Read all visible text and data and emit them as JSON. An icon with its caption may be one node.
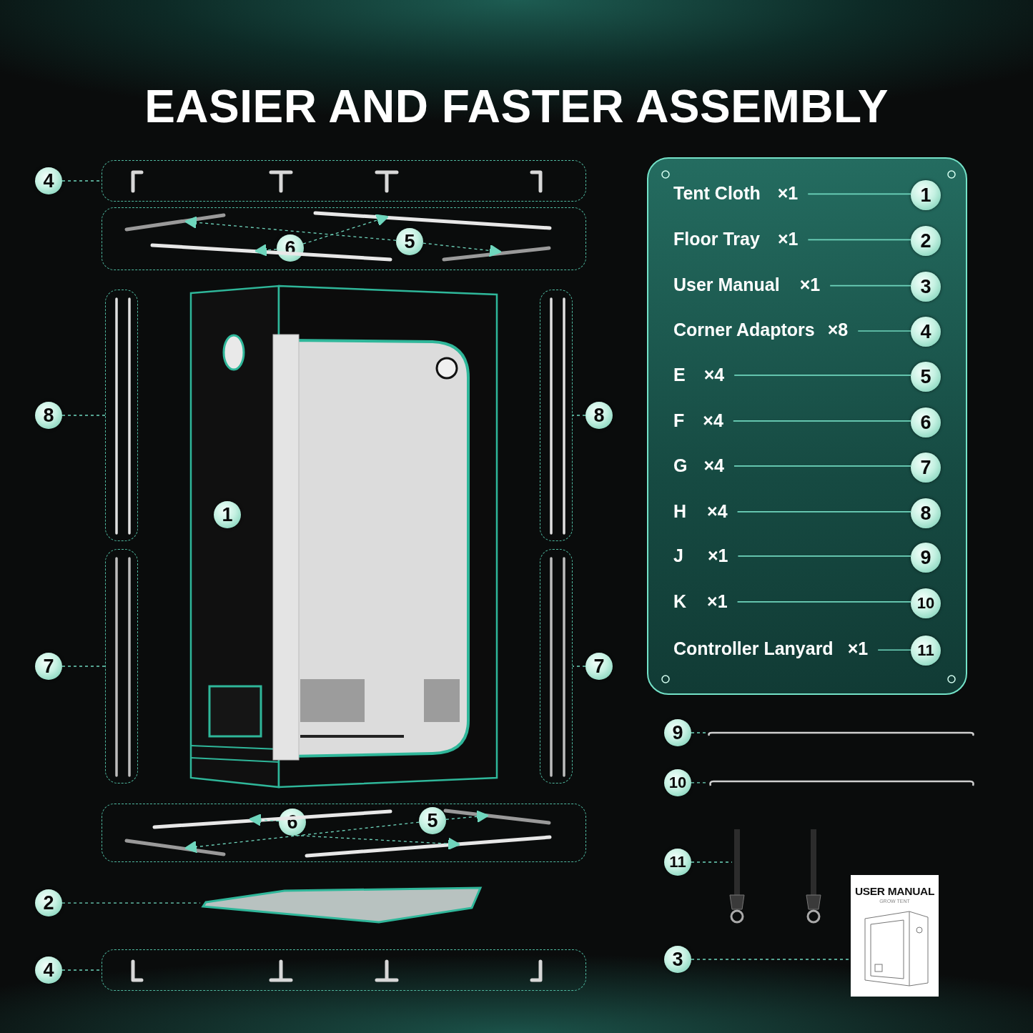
{
  "diagram": {
    "title": "EASIER AND FASTER ASSEMBLY",
    "nodes": [
      {
        "text": [],
        "shape": "box"
      },
      {
        "text": [
          "Tent Cloth",
          "×1"
        ],
        "in": 0
      },
      {
        "text": [
          "Floor Tray",
          "×1"
        ],
        "in": 0
      },
      {
        "text": [
          "User Manual",
          "×1"
        ],
        "in": 0
      },
      {
        "text": [
          "Corner Adaptors",
          "×8"
        ],
        "in": 0
      },
      {
        "text": [
          "E",
          "×4"
        ],
        "in": 0
      },
      {
        "text": [
          "F",
          "×4"
        ],
        "in": 0
      },
      {
        "text": [
          "G",
          "×4"
        ],
        "in": 0
      },
      {
        "text": [
          "H",
          "×4"
        ],
        "in": 0
      },
      {
        "text": [
          "J",
          "×1"
        ],
        "in": 0
      },
      {
        "text": [
          "K",
          "×1"
        ],
        "in": 0
      },
      {
        "text": [
          "Controller Lanyard",
          "×1"
        ],
        "in": 0
      },
      {
        "text": [
          "1"
        ],
        "in": 0
      },
      {
        "text": [
          "2"
        ],
        "in": 0
      },
      {
        "text": [
          "3"
        ],
        "in": 0
      },
      {
        "text": [
          "4"
        ],
        "in": 0
      },
      {
        "text": [
          "5"
        ],
        "in": 0
      },
      {
        "text": [
          "6"
        ],
        "in": 0
      },
      {
        "text": [
          "7"
        ],
        "in": 0
      },
      {
        "text": [
          "8"
        ],
        "in": 0
      },
      {
        "text": [
          "9"
        ],
        "in": 0
      },
      {
        "text": [
          "10"
        ],
        "in": 0
      },
      {
        "text": [
          "11"
        ],
        "in": 0
      },
      {
        "text": [
          "4"
        ]
      },
      {
        "text": [],
        "shape": "box"
      },
      {
        "text": [],
        "shape": "box"
      },
      {
        "text": [
          "6"
        ],
        "in": 25
      },
      {
        "text": [
          "5"
        ],
        "in": 25
      },
      {
        "text": [],
        "shape": "picture",
        "in": 25
      },
      {
        "text": [],
        "shape": "picture",
        "in": 25
      },
      {
        "text": [],
        "shape": "picture",
        "in": 25
      },
      {
        "text": [],
        "shape": "picture",
        "in": 25
      },
      {
        "text": [],
        "shape": "box"
      },
      {
        "text": [
          "8"
        ]
      },
      {
        "text": [],
        "shape": "box"
      },
      {
        "text": [
          "7"
        ]
      },
      {
        "text": [],
        "shape": "picture"
      },
      {
        "text": [
          "1"
        ]
      },
      {
        "text": [],
        "shape": "box"
      },
      {
        "text": [
          "8"
        ]
      },
      {
        "text": [],
        "shape": "box"
      },
      {
        "text": [
          "7"
        ]
      },
      {
        "text": [],
        "shape": "box"
      },
      {
        "text": [
          "6"
        ],
        "in": 42
      },
      {
        "text": [
          "5"
        ],
        "in": 42
      },
      {
        "text": [],
        "shape": "picture",
        "in": 42
      },
      {
        "text": [],
        "shape": "picture",
        "in": 42
      },
      {
        "text": [],
        "shape": "picture",
        "in": 42
      },
      {
        "text": [],
        "shape": "picture",
        "in": 42
      },
      {
        "text": [],
        "shape": "picture"
      },
      {
        "text": [
          "2"
        ]
      },
      {
        "text": [],
        "shape": "box"
      },
      {
        "text": [
          "4"
        ]
      },
      {
        "text": [
          "9"
        ]
      },
      {
        "text": [],
        "shape": "picture"
      },
      {
        "text": [
          "10"
        ]
      },
      {
        "text": [],
        "shape": "picture"
      },
      {
        "text": [
          "11"
        ]
      },
      {
        "text": [],
        "shape": "picture"
      },
      {
        "text": [
          "3"
        ]
      },
      {
        "text": [
          "USER MANUAL",
          "GROW TENT"
        ]
      }
    ],
    "edges": [
      {
        "from": 1,
        "to": 12,
        "arrow": "none"
      },
      {
        "from": 2,
        "to": 13,
        "arrow": "none"
      },
      {
        "from": 3,
        "to": 14,
        "arrow": "none"
      },
      {
        "from": 4,
        "to": 15,
        "arrow": "none"
      },
      {
        "from": 5,
        "to": 16,
        "arrow": "none"
      },
      {
        "from": 6,
        "to": 17,
        "arrow": "none"
      },
      {
        "from": 7,
        "to": 18,
        "arrow": "none"
      },
      {
        "from": 8,
        "to": 19,
        "arrow": "none"
      },
      {
        "from": 9,
        "to": 20,
        "arrow": "none"
      },
      {
        "from": 10,
        "to": 21,
        "arrow": "none"
      },
      {
        "from": 11,
        "to": 22,
        "arrow": "none"
      },
      {
        "from": 23,
        "to": 24,
        "arrow": "none",
        "style": "dashed"
      },
      {
        "from": 26,
        "to": 29,
        "arrow": "to",
        "style": "dashed"
      },
      {
        "from": 26,
        "to": 30,
        "arrow": "to",
        "style": "dashed"
      },
      {
        "from": 27,
        "to": 28,
        "arrow": "to",
        "style": "dashed"
      },
      {
        "from": 27,
        "to": 31,
        "arrow": "to",
        "style": "dashed"
      },
      {
        "from": 33,
        "to": 32,
        "arrow": "none",
        "style": "dashed"
      },
      {
        "from": 35,
        "to": 34,
        "arrow": "none",
        "style": "dashed"
      },
      {
        "from": 39,
        "to": 38,
        "arrow": "none",
        "style": "dashed"
      },
      {
        "from": 41,
        "to": 40,
        "arrow": "none",
        "style": "dashed"
      },
      {
        "from": 43,
        "to": 45,
        "arrow": "to",
        "style": "dashed"
      },
      {
        "from": 43,
        "to": 48,
        "arrow": "to",
        "style": "dashed"
      },
      {
        "from": 44,
        "to": 46,
        "arrow": "to",
        "style": "dashed"
      },
      {
        "from": 44,
        "to": 47,
        "arrow": "to",
        "style": "dashed"
      },
      {
        "from": 50,
        "to": 49,
        "arrow": "none",
        "style": "dashed"
      },
      {
        "from": 52,
        "to": 51,
        "arrow": "none",
        "style": "dashed"
      },
      {
        "from": 53,
        "to": 54,
        "arrow": "none",
        "style": "dashed"
      },
      {
        "from": 55,
        "to": 56,
        "arrow": "none",
        "style": "dashed"
      },
      {
        "from": 57,
        "to": 58,
        "arrow": "none",
        "style": "dashed"
      },
      {
        "from": 59,
        "to": 60,
        "arrow": "none",
        "style": "dashed"
      }
    ]
  }
}
